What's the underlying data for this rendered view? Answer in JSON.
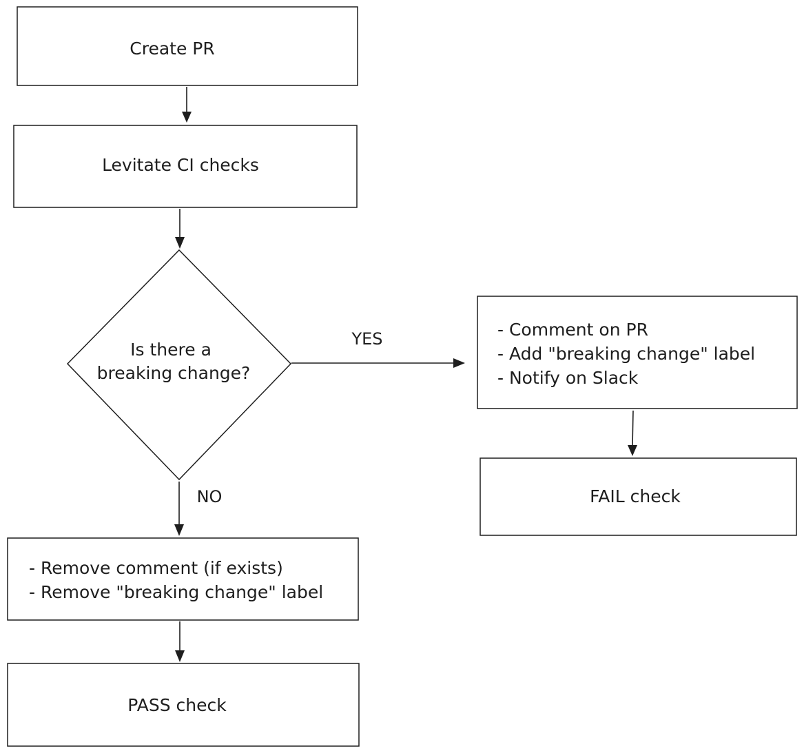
{
  "nodes": {
    "create_pr": {
      "text": "Create PR"
    },
    "levitate": {
      "text": "Levitate CI checks"
    },
    "decision": {
      "lines": [
        "Is there a",
        "breaking change?"
      ]
    },
    "yes_actions": {
      "lines": [
        "- Comment on PR",
        "- Add \"breaking change\" label",
        "- Notify on Slack"
      ]
    },
    "fail": {
      "text": "FAIL check",
      "color": "#e03131"
    },
    "no_actions": {
      "lines": [
        "- Remove comment (if exists)",
        "- Remove \"breaking change\" label"
      ]
    },
    "pass": {
      "text": "PASS check",
      "color": "#5c940d"
    }
  },
  "edges": {
    "yes_label": "YES",
    "no_label": "NO"
  },
  "colors": {
    "stroke": "#1e1e1e",
    "background": "#ffffff"
  }
}
